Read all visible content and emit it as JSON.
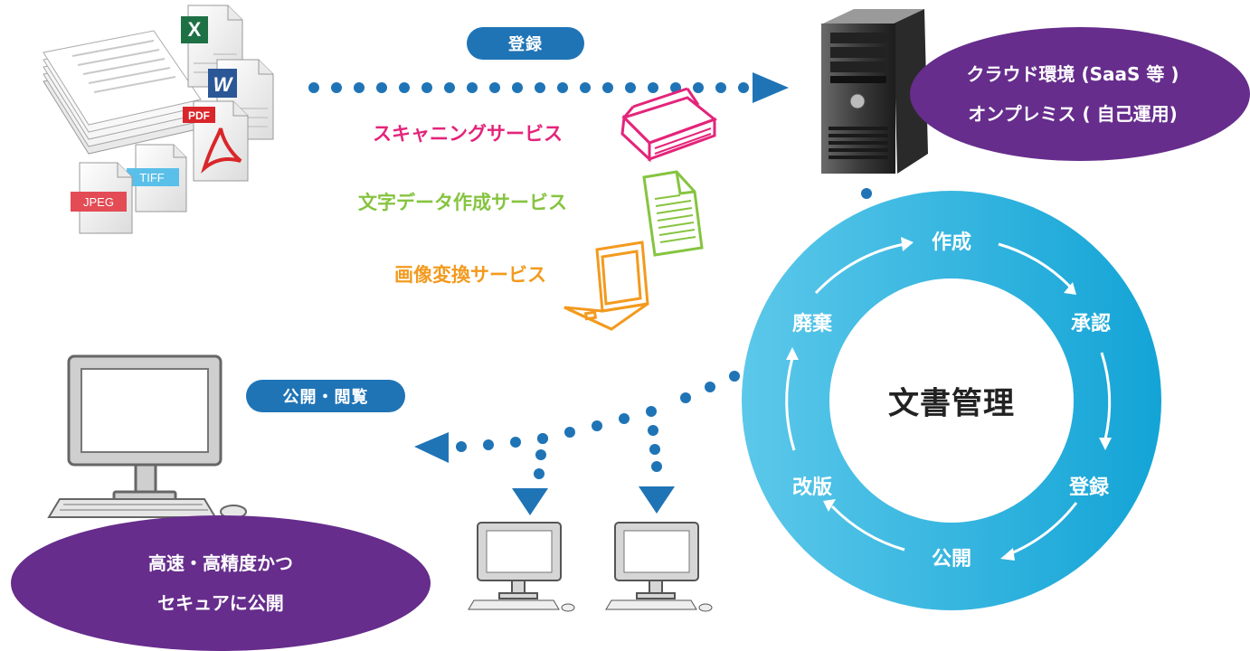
{
  "labels": {
    "register_pill": "登録",
    "publish_pill": "公開・閲覧"
  },
  "services": {
    "scanning": "スキャニングサービス",
    "text_data": "文字データ作成サービス",
    "image_conversion": "画像変換サービス"
  },
  "server_ellipse": {
    "line1": "クラウド環境 (SaaS 等 )",
    "line2": "オンプレミス ( 自己運用)"
  },
  "client_ellipse": {
    "line1": "高速・高精度かつ",
    "line2": "セキュアに公開"
  },
  "file_icons": {
    "pdf": "PDF",
    "tiff": "TIFF",
    "jpeg": "JPEG",
    "excel": "X",
    "word": "W"
  },
  "cycle": {
    "center": "文書管理",
    "stages": [
      "作成",
      "承認",
      "登録",
      "公開",
      "改版",
      "廃棄"
    ]
  },
  "colors": {
    "pill_blue": "#1f74b6",
    "dot_blue": "#1f74b6",
    "purple": "#662d8c",
    "magenta": "#e4247a",
    "green": "#86c440",
    "orange": "#f39a1e",
    "cycle_cyan": "#2bb5dd"
  }
}
